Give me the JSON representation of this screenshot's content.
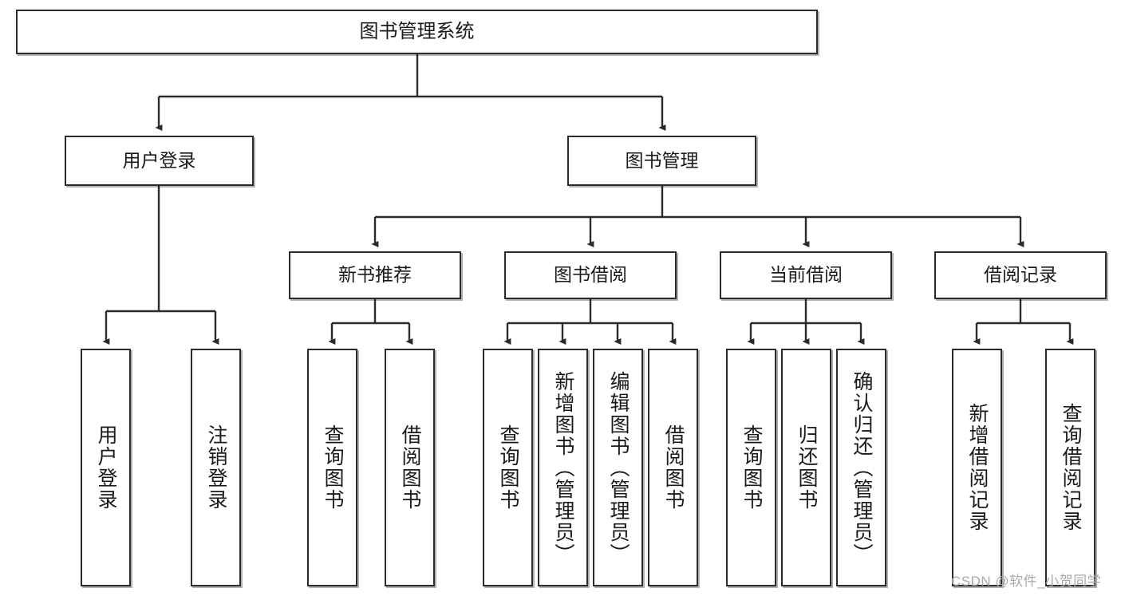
{
  "diagram": {
    "type": "tree",
    "title": "图书管理系统",
    "watermark": "CSDN @软件_小贺同学",
    "colors": {
      "stroke": "#2b2b2b",
      "fill": "#ffffff",
      "text": "#1a1a1a",
      "watermark": "#a8a8a8"
    },
    "nodes": {
      "root": {
        "label": "图书管理系统"
      },
      "level2": [
        {
          "label": "用户登录"
        },
        {
          "label": "图书管理"
        }
      ],
      "level3": [
        {
          "label": "新书推荐"
        },
        {
          "label": "图书借阅"
        },
        {
          "label": "当前借阅"
        },
        {
          "label": "借阅记录"
        }
      ],
      "leaves": {
        "user_login": [
          {
            "label": "用户登录"
          },
          {
            "label": "注销登录"
          }
        ],
        "new_book": [
          {
            "label": "查询图书"
          },
          {
            "label": "借阅图书"
          }
        ],
        "book_borrow": [
          {
            "label": "查询图书"
          },
          {
            "label": "新增图书（管理员）"
          },
          {
            "label": "编辑图书（管理员）"
          },
          {
            "label": "借阅图书"
          }
        ],
        "current_borrow": [
          {
            "label": "查询图书"
          },
          {
            "label": "归还图书"
          },
          {
            "label": "确认归还（管理员）"
          }
        ],
        "borrow_record": [
          {
            "label": "新增借阅记录"
          },
          {
            "label": "查询借阅记录"
          }
        ]
      }
    }
  }
}
